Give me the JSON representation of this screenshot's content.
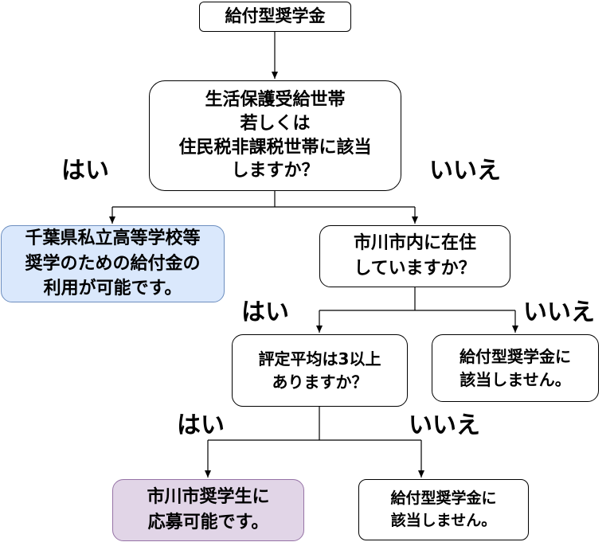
{
  "colors": {
    "border": "#000000",
    "default_fill": "#ffffff",
    "chiba_fill": "#dae8fc",
    "chiba_border": "#6c8ebf",
    "ichikawa_fill": "#e1d5e7",
    "ichikawa_border": "#9673a6"
  },
  "nodes": {
    "title": "給付型奨学金",
    "q_welfare": "生活保護受給世帯\n若しくは\n住民税非課税世帯に該当\nしますか？",
    "chiba": "千葉県私立高等学校等\n奨学のための給付金の\n利用が可能です。",
    "q_resident": "市川市内に在住\nしていますか？",
    "q_grade": "評定平均は3以上\nありますか？",
    "not_eligible_1": "給付型奨学金に\n該当しません。",
    "ichikawa": "市川市奨学生に\n応募可能です。",
    "not_eligible_2": "給付型奨学金に\n該当しません。"
  },
  "labels": {
    "yes_1": "はい",
    "no_1": "いいえ",
    "yes_2": "はい",
    "no_2": "いいえ",
    "yes_3": "はい",
    "no_3": "いいえ"
  }
}
